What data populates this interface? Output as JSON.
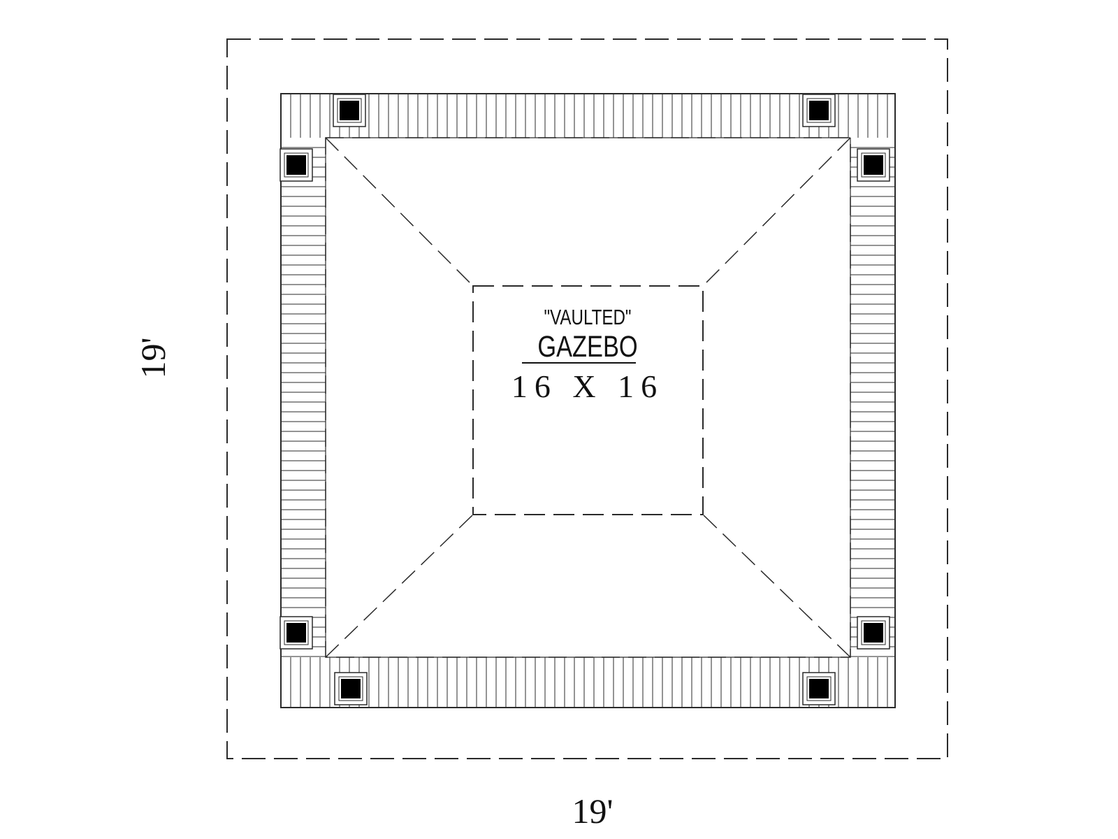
{
  "plan": {
    "vault_label": "\"VAULTED\"",
    "title": "GAZEBO",
    "size": "16 X 16",
    "dim_width": "19'",
    "dim_depth": "19'"
  },
  "colors": {
    "line": "#2a2a2a",
    "post": "#000000",
    "background": "#ffffff"
  }
}
